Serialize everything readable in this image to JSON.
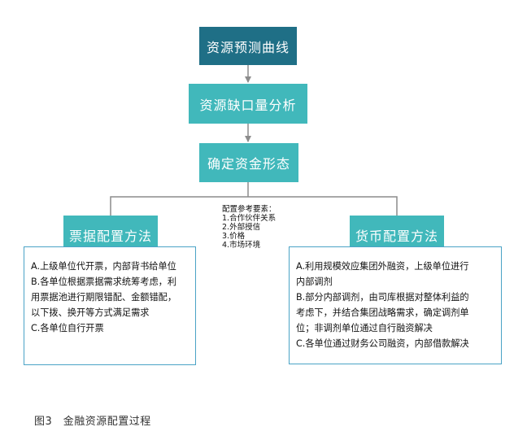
{
  "flow": {
    "step1": "资源预测曲线",
    "step2": "资源缺口量分析",
    "step3": "确定资金形态"
  },
  "left": {
    "title": "票据配置方法",
    "lines": [
      "A.上级单位代开票，内部背书给单位",
      "B.各单位根据票据需求统筹考虑，利",
      "用票据池进行期限错配、金额错配，",
      "以下拨、换开等方式满足需求",
      "C.各单位自行开票"
    ]
  },
  "right": {
    "title": "货币配置方法",
    "lines": [
      "A.利用规模效应集团外融资，上级单位进行",
      "内部调剂",
      "B.部分内部调剂，由司库根据对整体利益的",
      "考虑下，并结合集团战略需求，确定调剂单",
      "位；非调剂单位通过自行融资解决",
      "C.各单位通过财务公司融资，内部借款解决"
    ]
  },
  "factors": {
    "title": "配置参考要素：",
    "items": [
      "1.合作伙伴关系",
      "2.外部授信",
      "3.价格",
      "4.市场环境"
    ]
  },
  "caption": "图3　金融资源配置过程",
  "colors": {
    "dark_box": "#1f6f86",
    "teal_box": "#41b8bb",
    "panel_border": "#4aa3c6",
    "connector": "#8c8c8c"
  }
}
